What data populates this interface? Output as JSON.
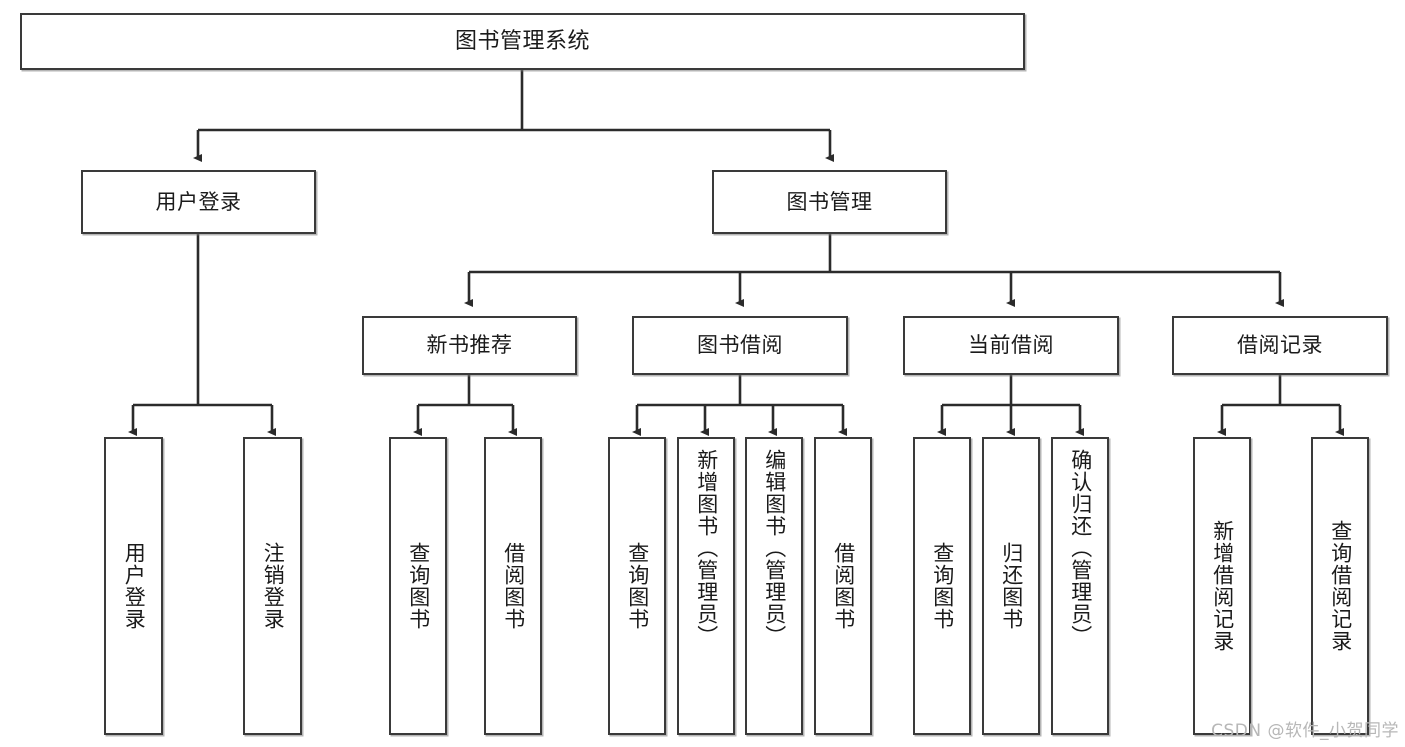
{
  "diagram": {
    "type": "tree-hierarchy",
    "title": "图书管理系统",
    "orientation": "top-down",
    "colors": {
      "box_border": "#3a3a3a",
      "box_fill": "#ffffff",
      "edge": "#2b2b2b",
      "text": "#1b1b1b",
      "watermark": "#b7b7b7"
    },
    "root": {
      "label": "图书管理系统"
    },
    "level2": [
      {
        "label": "用户登录"
      },
      {
        "label": "图书管理"
      }
    ],
    "level3": [
      {
        "label": "新书推荐"
      },
      {
        "label": "图书借阅"
      },
      {
        "label": "当前借阅"
      },
      {
        "label": "借阅记录"
      }
    ],
    "leaves": {
      "user_login": [
        {
          "label": "用户登录"
        },
        {
          "label": "注销登录"
        }
      ],
      "new_book_recommend": [
        {
          "label": "查询图书"
        },
        {
          "label": "借阅图书"
        }
      ],
      "book_borrow": [
        {
          "label": "查询图书"
        },
        {
          "label": "新增图书（管理员）"
        },
        {
          "label": "编辑图书（管理员）"
        },
        {
          "label": "借阅图书"
        }
      ],
      "current_borrow": [
        {
          "label": "查询图书"
        },
        {
          "label": "归还图书"
        },
        {
          "label": "确认归还（管理员）"
        }
      ],
      "borrow_record": [
        {
          "label": "新增借阅记录"
        },
        {
          "label": "查询借阅记录"
        }
      ]
    },
    "watermark": "CSDN @软件_小贺同学"
  }
}
